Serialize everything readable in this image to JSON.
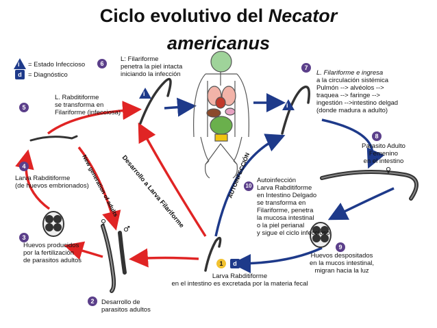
{
  "title": {
    "line1": "Ciclo evolutivo del ",
    "line1_italic": "Necator",
    "line2": "americanus"
  },
  "legend": {
    "infectious_badge": "i",
    "infectious": "= Estado Infeccioso",
    "diagnostic_badge": "d",
    "diagnostic": "= Diagnóstico"
  },
  "steps": {
    "s1": {
      "num": "1",
      "badge": "d",
      "lines": [
        "Larva Rabditiforme",
        "en el intestino es excretada por la materia fecal"
      ]
    },
    "s2": {
      "num": "2",
      "lines": [
        "Desarrollo de",
        "parasitos adultos"
      ]
    },
    "s3": {
      "num": "3",
      "lines": [
        "Huevos producidos",
        "por la fertilización",
        "de parasitos adultos"
      ]
    },
    "s4": {
      "num": "4",
      "lines": [
        "Larva Rabditiforme",
        "(de huevos embrionados)"
      ]
    },
    "s5": {
      "num": "5",
      "lines": [
        "L. Rabditiforme",
        "se transforma en",
        "Filariforme (infecciosa)"
      ]
    },
    "s6": {
      "num": "6",
      "lines": [
        "L: Filariforme",
        "penetra la piel intacta",
        "iniciando la infección"
      ]
    },
    "s7": {
      "num": "7",
      "lines": [
        "L. Filariforme e ingresa",
        "a la circulación sistémica",
        "Pulmón --> alvéolos -->",
        "traquea --> faringe -->",
        "ingestión -->intestino delgad",
        "(donde madura a adulto)"
      ]
    },
    "s8": {
      "num": "8",
      "lines": [
        "Parasito Adulto",
        "Femenino",
        "en el intestino"
      ]
    },
    "s9": {
      "num": "9",
      "lines": [
        "Huevos despositados",
        "en la mucos intestinal,",
        "migran hacia la luz"
      ]
    },
    "s10": {
      "num": "10",
      "lines": [
        "Autoinfección",
        "Larva Rabditiforme",
        "en Intestino Delgado",
        "se transforma en",
        "Filariforme, penetra",
        "la mucosa intestinal",
        "o la piel perianal",
        "y sigue el ciclo infeccioso"
      ]
    }
  },
  "arrows": {
    "new_generation": "New generation of adults",
    "larva_filariforme": "Desarrollo a Larva Filariforme",
    "autoinfeccion": "AUTOINFECCIÓN"
  },
  "symbols": {
    "female": "♀",
    "male": "♂"
  },
  "colors": {
    "red_arrow": "#e02424",
    "blue_arrow": "#1e3a8a",
    "badge": "#5b3f8a",
    "step1_badge": "#f2c230"
  }
}
